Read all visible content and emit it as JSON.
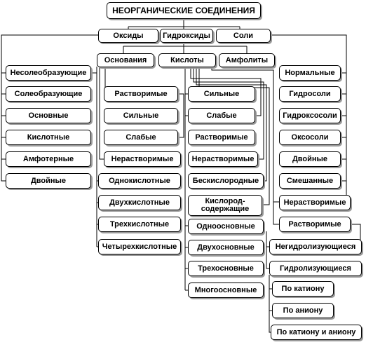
{
  "root": "НЕОРГАНИЧЕСКИЕ СОЕДИНЕНИЯ",
  "level1": {
    "oxides": "Оксиды",
    "hydroxides": "Гидроксиды",
    "salts": "Соли"
  },
  "hydroxide_types": {
    "bases": "Основания",
    "acids": "Кислоты",
    "ampholytes": "Амфолиты"
  },
  "oxides": {
    "non_salt_forming": "Несолеобразующие",
    "salt_forming": "Солеобразующие",
    "basic": "Основные",
    "acidic": "Кислотные",
    "amphoteric": "Амфотерные",
    "double": "Двойные"
  },
  "bases": {
    "soluble": "Растворимые",
    "strong": "Сильные",
    "weak": "Слабые",
    "insoluble": "Нерастворимые",
    "monoacid": "Однокислотные",
    "diacid": "Двухкислотные",
    "triacid": "Трехкислотные",
    "tetraacid": "Четырехкислотные"
  },
  "acids": {
    "strong": "Сильные",
    "weak": "Слабые",
    "soluble": "Растворимые",
    "insoluble": "Нерастворимые",
    "oxygen_free": "Бескислородные",
    "oxygen_containing": "Кислород-\nсодержащие",
    "monobasic": "Одноосновные",
    "dibasic": "Двухосновные",
    "tribasic": "Трехосновные",
    "polybasic": "Многоосновные"
  },
  "salts": {
    "normal": "Нормальные",
    "hydrosalts": "Гидросоли",
    "hydroxosalts": "Гидроксосоли",
    "oxosalts": "Оксосоли",
    "double": "Двойные",
    "mixed": "Смешанные",
    "insoluble": "Нерастворимые",
    "soluble": "Растворимые",
    "non_hydrolyzing": "Негидролизующиеся",
    "hydrolyzing": "Гидролизующиеся",
    "by_cation": "По катиону",
    "by_anion": "По аниону",
    "by_cation_and_anion": "По катиону и аниону"
  }
}
